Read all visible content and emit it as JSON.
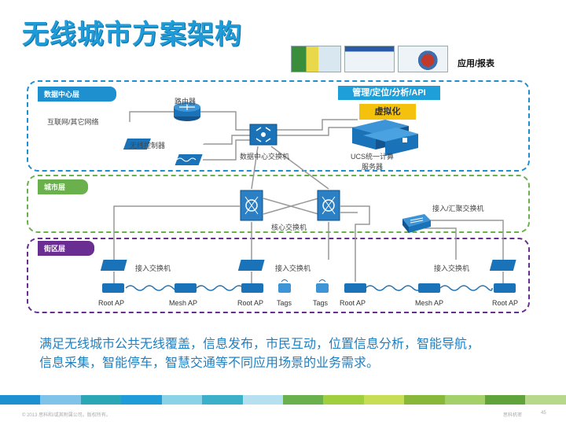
{
  "title": "无线城市方案架构",
  "apps_label": "应用/报表",
  "zones": {
    "datacenter": "数据中心层",
    "city": "城市层",
    "street": "街区层"
  },
  "labels": {
    "router": "路由器",
    "internet": "互联网/其它网络",
    "wlc": "无线控制器",
    "dc_switch": "数据中心交换机",
    "mgmt": "管理/定位/分析/API",
    "virtualization": "虚拟化",
    "ucs": "UCS统一计算\n服务器",
    "access_agg": "接入/汇聚交换机",
    "core": "核心交换机",
    "access1": "接入交换机",
    "access2": "接入交换机",
    "access3": "接入交换机"
  },
  "ap_labels": [
    "Root AP",
    "Mesh AP",
    "Root AP",
    "Tags",
    "Tags",
    "Root AP",
    "Mesh AP",
    "Root AP"
  ],
  "caption_line1": "满足无线城市公共无线覆盖，信息发布，市民互动，位置信息分析，智能导航，",
  "caption_line2": "信息采集，智能停车，智慧交通等不同应用场景的业务需求。",
  "footer_left": "© 2013 思科和/或其附属公司。版权所有。",
  "footer_right": "思科机密",
  "footer_page": "45",
  "colors": {
    "title": "#1f9bd8",
    "datacenter_zone": "#1e8fcf",
    "city_zone": "#6ab04c",
    "street_zone": "#6a2d91",
    "device": "#1a73b8",
    "mesh_link": "#1e6fb0"
  },
  "footbar_colors": [
    "#1e8fcf",
    "#7fc3e8",
    "#2aa6b5",
    "#1f9bd8",
    "#8ad3e6",
    "#3db0c9",
    "#b4e0ef",
    "#6ab04c",
    "#9fcf3f",
    "#c7dd55",
    "#88b83a",
    "#a4d06a",
    "#5fa33a",
    "#b5d88a"
  ]
}
